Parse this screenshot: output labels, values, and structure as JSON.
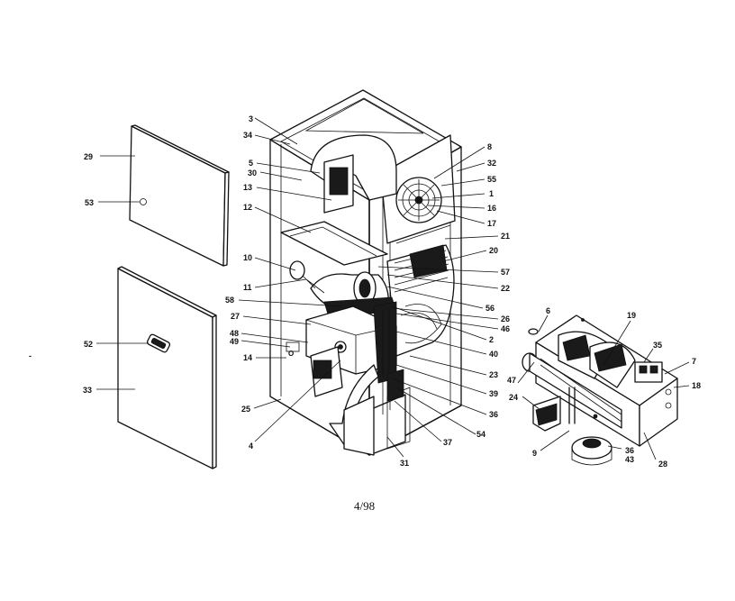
{
  "footer": {
    "date_code": "4/98"
  },
  "left_panel_top_labels": [
    "29",
    "53"
  ],
  "left_panel_bottom_labels": [
    "52",
    "33"
  ],
  "cabinet_labels": [
    "3",
    "34",
    "5",
    "30",
    "13",
    "12",
    "10",
    "11",
    "58",
    "27",
    "48",
    "49",
    "14",
    "25",
    "4",
    "8",
    "32",
    "55",
    "1",
    "16",
    "17",
    "21",
    "20",
    "57",
    "22",
    "56",
    "26",
    "46",
    "2",
    "40",
    "23",
    "39",
    "36",
    "54",
    "37",
    "31"
  ],
  "burner_labels": [
    "6",
    "19",
    "47",
    "35",
    "7",
    "18",
    "24",
    "9",
    "36",
    "43",
    "28"
  ],
  "stray_marks": [
    "-"
  ]
}
